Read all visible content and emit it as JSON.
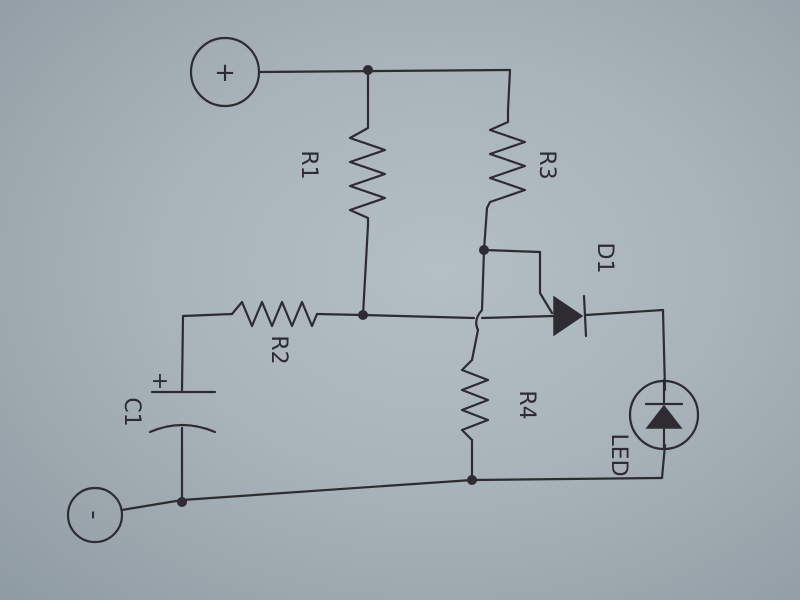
{
  "terminals": {
    "positive": "+",
    "negative": "-"
  },
  "components": {
    "r1_label": "R1",
    "r2_label": "R3",
    "r3_label": "R4",
    "r4_label": "R2",
    "c1_label": "C1",
    "c1_polarity": "+",
    "d1_label": "D1",
    "led_label": "LED"
  },
  "colors": {
    "ink": "#2e2c30",
    "paper": "#aab5bb"
  }
}
